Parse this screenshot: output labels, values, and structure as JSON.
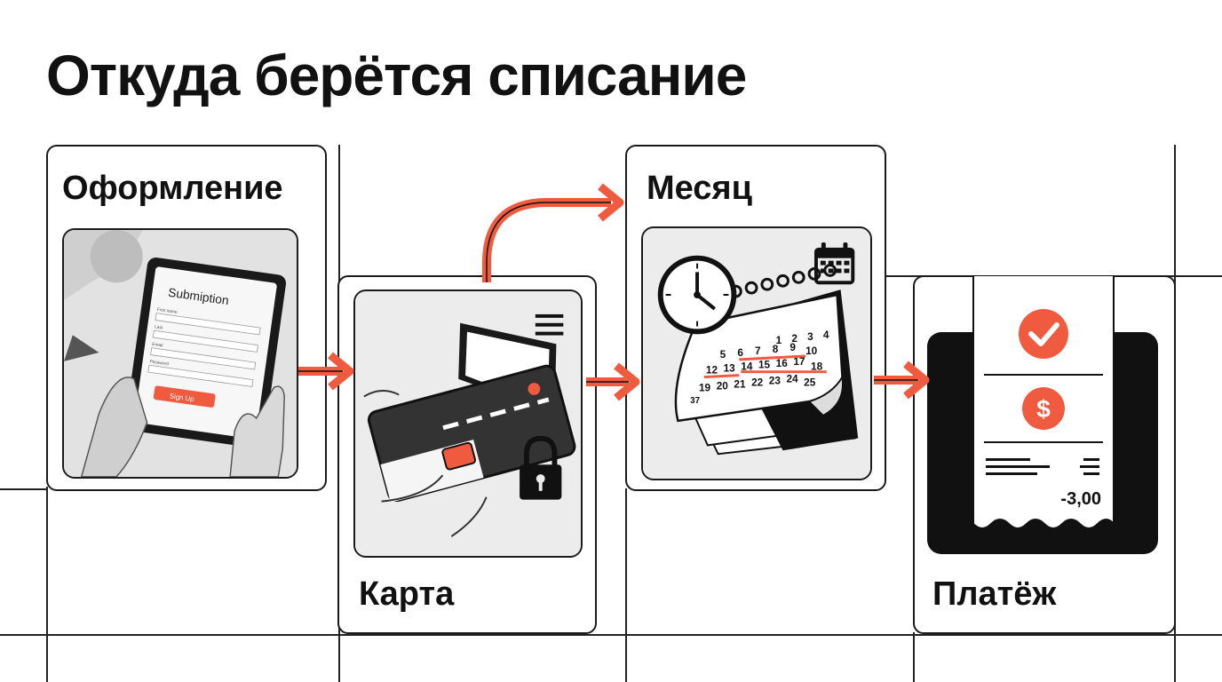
{
  "title": "Откуда берётся списание",
  "steps": [
    {
      "label": "Оформление"
    },
    {
      "label": "Карта"
    },
    {
      "label": "Месяц"
    },
    {
      "label": "Платёж"
    }
  ],
  "form": {
    "heading": "Submiption",
    "field1": "First name",
    "field2": "Last",
    "field3": "Email",
    "field4": "Password",
    "button": "Sign Up"
  },
  "calendar": {
    "row1": [
      "1",
      "2",
      "3",
      "4"
    ],
    "row2": [
      "5",
      "6",
      "7",
      "8",
      "9",
      "10"
    ],
    "row3": [
      "12",
      "13",
      "14",
      "15",
      "16",
      "17",
      "18"
    ],
    "row4": [
      "19",
      "20",
      "21",
      "22",
      "23",
      "24",
      "25"
    ],
    "row5": [
      "37"
    ]
  },
  "receipt": {
    "amount": "-3,00",
    "currency_symbol": "$"
  },
  "colors": {
    "accent": "#f05a3f",
    "dark": "#111111",
    "panel_bg": "#ececec"
  },
  "icons": [
    "menu-icon",
    "padlock-icon",
    "clock-icon",
    "calendar-icon",
    "checkmark-icon",
    "dollar-icon"
  ]
}
